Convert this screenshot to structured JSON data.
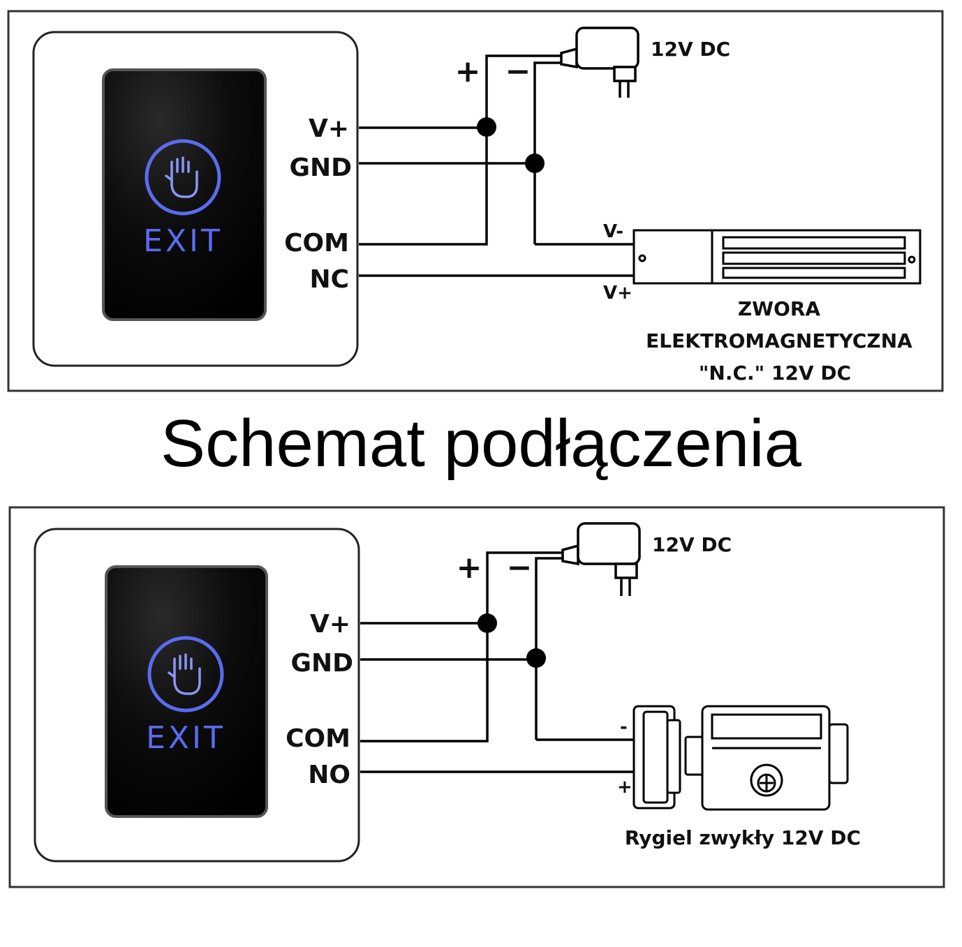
{
  "title": "Schemat podłączenia",
  "colors": {
    "wire": "#000000",
    "exit_glow": "#5a6cf0",
    "panel": "#000000"
  },
  "top": {
    "button_text": "EXIT",
    "terminals": [
      "V+",
      "GND",
      "COM",
      "NC"
    ],
    "supply": "12V DC",
    "plus": "+",
    "minus": "−",
    "lock_minus": "V-",
    "lock_plus": "V+",
    "device_line1": "ZWORA",
    "device_line2": "ELEKTROMAGNETYCZNA",
    "device_line3": "\"N.C.\" 12V DC"
  },
  "bottom": {
    "button_text": "EXIT",
    "terminals": [
      "V+",
      "GND",
      "COM",
      "NO"
    ],
    "supply": "12V DC",
    "plus": "+",
    "minus": "−",
    "lock_minus": "-",
    "lock_plus": "+",
    "device_label": "Rygiel zwykły 12V DC"
  }
}
